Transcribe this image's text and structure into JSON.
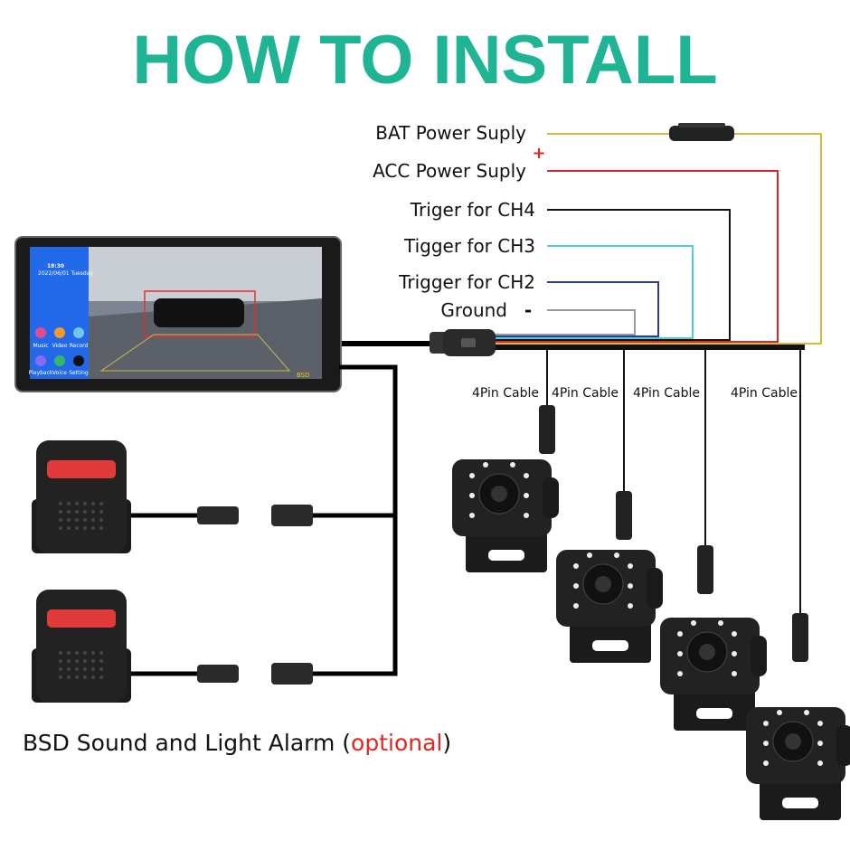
{
  "title": "HOW TO INSTALL",
  "wires": [
    {
      "label": "BAT Power Suply",
      "color": "#e0b93a"
    },
    {
      "label": "ACC Power Suply",
      "color": "#d8282a"
    },
    {
      "label": "Triger for CH4",
      "color": "#111111"
    },
    {
      "label": "Tigger for CH3",
      "color": "#4fd1c8"
    },
    {
      "label": "Trigger for CH2",
      "color": "#2b3a9e"
    },
    {
      "label": "Ground",
      "color": "#9a9a9a"
    }
  ],
  "polarity": {
    "plus": "+",
    "minus": "-"
  },
  "cables": [
    "4Pin Cable",
    "4Pin Cable",
    "4Pin Cable",
    "4Pin Cable"
  ],
  "monitor": {
    "time": "18:30",
    "date": "2022/06/01 Tuesday",
    "apps": [
      "Music",
      "Video",
      "Record",
      "Playback",
      "Voice",
      "Setting"
    ],
    "status": "BSD"
  },
  "footer": {
    "text": "BSD Sound and Light Alarm (",
    "optional": "optional",
    "close": ")"
  },
  "colors": {
    "title": "#1fb494",
    "optional": "#e0281f"
  }
}
